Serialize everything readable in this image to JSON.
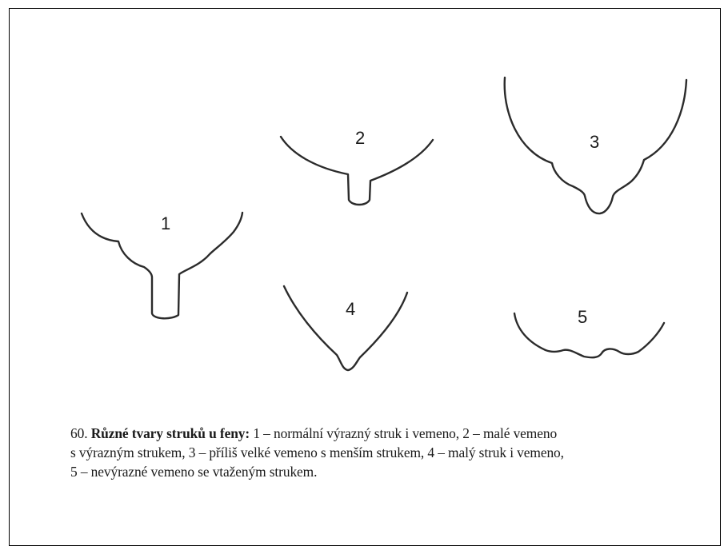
{
  "figure": {
    "labels": {
      "shape1": "1",
      "shape2": "2",
      "shape3": "3",
      "shape4": "4",
      "shape5": "5"
    }
  },
  "caption": {
    "number": "60.",
    "title": "Různé tvary struků u feny:",
    "line1_rest": "1 – normální výrazný struk i vemeno, 2 – malé vemeno",
    "line2": "s výrazným strukem, 3 – příliš velké vemeno s menším strukem, 4 – malý struk i vemeno,",
    "line3": "5 – nevýrazné vemeno se vtaženým strukem."
  }
}
